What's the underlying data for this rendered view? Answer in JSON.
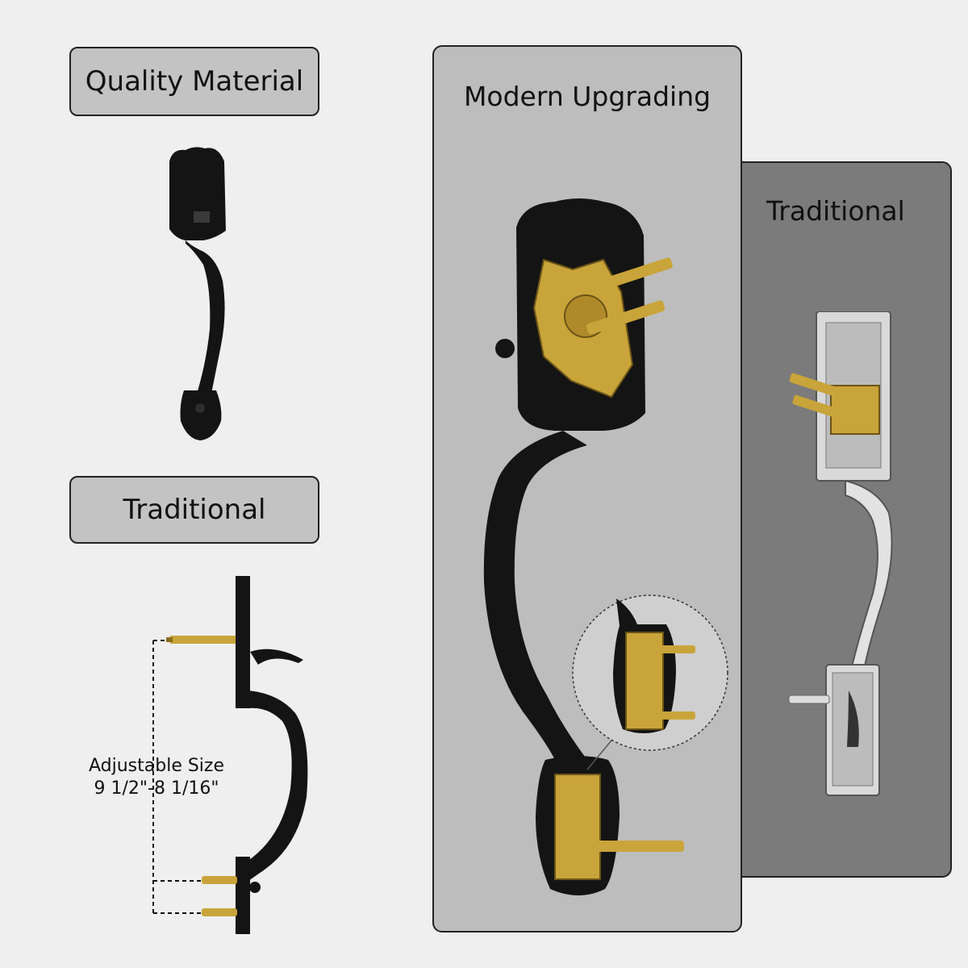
{
  "labels": {
    "quality_material": "Quality Material",
    "traditional_left": "Traditional",
    "modern_upgrading": "Modern Upgrading",
    "traditional_right": "Traditional"
  },
  "adjustable": {
    "line1": "Adjustable Size",
    "line2": "9 1/2\"-8 1/16\""
  },
  "colors": {
    "matte_black": "#141414",
    "brass": "#c9a43a",
    "panel_light": "#bdbdbd",
    "panel_dark": "#7b7b7b",
    "chrome": "#d9d9d9"
  },
  "icons": {
    "small_handle": "black-handleset-icon",
    "side_profile": "handle-side-profile-icon",
    "modern_handle": "black-handle-brass-mount-icon",
    "traditional_handle": "chrome-handle-icon",
    "zoom_detail": "zoom-detail-circle-icon"
  }
}
